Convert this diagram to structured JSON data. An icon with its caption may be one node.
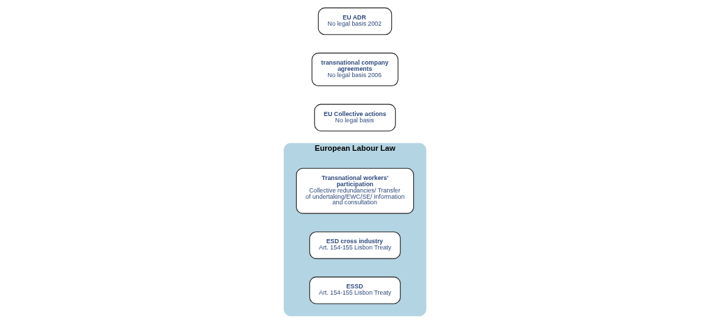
{
  "diagram": {
    "nodes": [
      {
        "text": [
          "European Labour Law"
        ]
      },
      {
        "text": [
          "Transnational workers' participation",
          "Collective redundancies/ Transfer of undertaking/EWC/SE/ Information and consultation"
        ],
        "in": 0
      },
      {
        "text": [
          "ESD cross industry",
          "Art. 154-155 Lisbon Treaty"
        ],
        "in": 0
      },
      {
        "text": [
          "ESSD",
          "Art. 154-155 Lisbon Treaty"
        ],
        "in": 0
      },
      {
        "text": [
          "EU Collective actions",
          "No legal basis"
        ]
      },
      {
        "text": [
          "transnational company agreements",
          "No legal basis 2006"
        ]
      },
      {
        "text": [
          "EU ADR",
          "No legal basis 2002"
        ]
      }
    ]
  }
}
